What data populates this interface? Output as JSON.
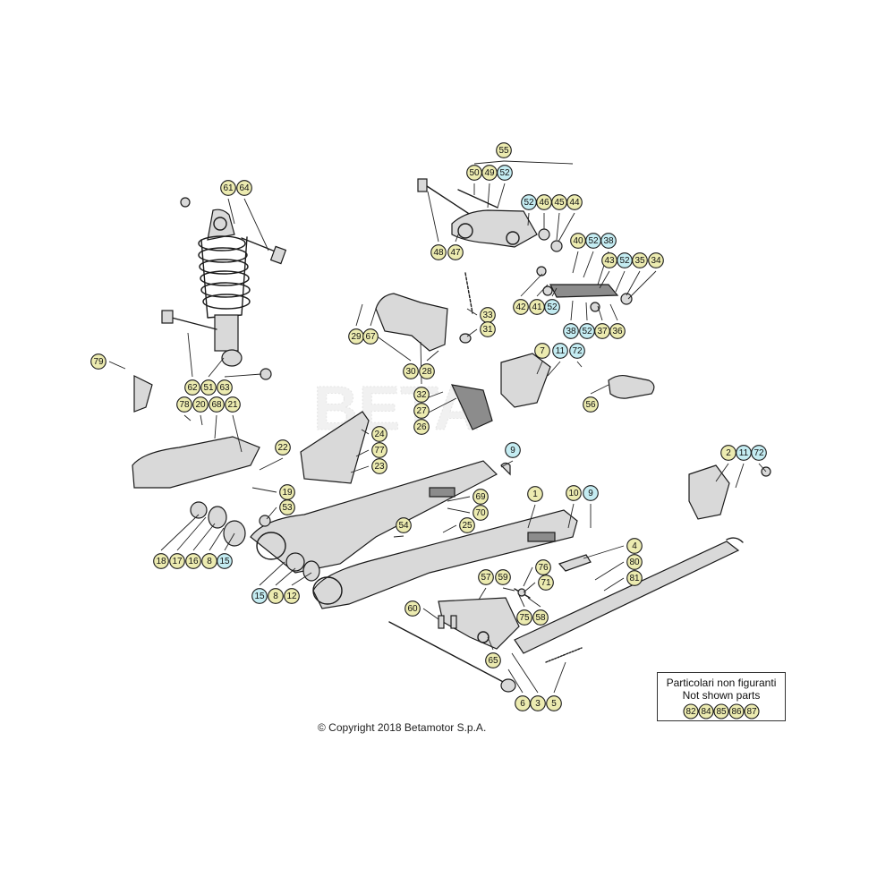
{
  "copyright": "© Copyright 2018 Betamotor S.p.A.",
  "legend": {
    "line1": "Particolari non figuranti",
    "line2": "Not shown parts",
    "parts": [
      "82",
      "84",
      "85",
      "86",
      "87"
    ]
  },
  "colors": {
    "yellow_callout": "#ecebb0",
    "cyan_callout": "#c4ecf2",
    "ink": "#1a1a1a",
    "watermark": "#e6e6e6"
  },
  "callouts": [
    {
      "label": "55",
      "color": "yellow"
    },
    {
      "label": "50",
      "color": "yellow"
    },
    {
      "label": "49",
      "color": "yellow"
    },
    {
      "label": "52",
      "color": "cyan"
    },
    {
      "label": "52",
      "color": "cyan"
    },
    {
      "label": "46",
      "color": "yellow"
    },
    {
      "label": "45",
      "color": "yellow"
    },
    {
      "label": "44",
      "color": "yellow"
    },
    {
      "label": "48",
      "color": "yellow"
    },
    {
      "label": "47",
      "color": "yellow"
    },
    {
      "label": "40",
      "color": "yellow"
    },
    {
      "label": "52",
      "color": "cyan"
    },
    {
      "label": "38",
      "color": "cyan"
    },
    {
      "label": "43",
      "color": "yellow"
    },
    {
      "label": "52",
      "color": "cyan"
    },
    {
      "label": "35",
      "color": "yellow"
    },
    {
      "label": "34",
      "color": "yellow"
    },
    {
      "label": "42",
      "color": "yellow"
    },
    {
      "label": "41",
      "color": "yellow"
    },
    {
      "label": "52",
      "color": "cyan"
    },
    {
      "label": "38",
      "color": "cyan"
    },
    {
      "label": "52",
      "color": "cyan"
    },
    {
      "label": "37",
      "color": "yellow"
    },
    {
      "label": "36",
      "color": "yellow"
    },
    {
      "label": "61",
      "color": "yellow"
    },
    {
      "label": "64",
      "color": "yellow"
    },
    {
      "label": "33",
      "color": "yellow"
    },
    {
      "label": "31",
      "color": "yellow"
    },
    {
      "label": "29",
      "color": "yellow"
    },
    {
      "label": "67",
      "color": "yellow"
    },
    {
      "label": "30",
      "color": "yellow"
    },
    {
      "label": "28",
      "color": "yellow"
    },
    {
      "label": "7",
      "color": "yellow"
    },
    {
      "label": "11",
      "color": "cyan"
    },
    {
      "label": "72",
      "color": "cyan"
    },
    {
      "label": "79",
      "color": "yellow"
    },
    {
      "label": "62",
      "color": "yellow"
    },
    {
      "label": "51",
      "color": "yellow"
    },
    {
      "label": "63",
      "color": "yellow"
    },
    {
      "label": "32",
      "color": "yellow"
    },
    {
      "label": "56",
      "color": "yellow"
    },
    {
      "label": "78",
      "color": "yellow"
    },
    {
      "label": "20",
      "color": "yellow"
    },
    {
      "label": "68",
      "color": "yellow"
    },
    {
      "label": "21",
      "color": "yellow"
    },
    {
      "label": "27",
      "color": "yellow"
    },
    {
      "label": "26",
      "color": "yellow"
    },
    {
      "label": "24",
      "color": "yellow"
    },
    {
      "label": "22",
      "color": "yellow"
    },
    {
      "label": "77",
      "color": "yellow"
    },
    {
      "label": "23",
      "color": "yellow"
    },
    {
      "label": "9",
      "color": "cyan"
    },
    {
      "label": "2",
      "color": "yellow"
    },
    {
      "label": "11",
      "color": "cyan"
    },
    {
      "label": "72",
      "color": "cyan"
    },
    {
      "label": "19",
      "color": "yellow"
    },
    {
      "label": "53",
      "color": "yellow"
    },
    {
      "label": "1",
      "color": "yellow"
    },
    {
      "label": "69",
      "color": "yellow"
    },
    {
      "label": "70",
      "color": "yellow"
    },
    {
      "label": "10",
      "color": "yellow"
    },
    {
      "label": "9",
      "color": "cyan"
    },
    {
      "label": "54",
      "color": "yellow"
    },
    {
      "label": "25",
      "color": "yellow"
    },
    {
      "label": "4",
      "color": "yellow"
    },
    {
      "label": "18",
      "color": "yellow"
    },
    {
      "label": "17",
      "color": "yellow"
    },
    {
      "label": "16",
      "color": "yellow"
    },
    {
      "label": "8",
      "color": "yellow"
    },
    {
      "label": "15",
      "color": "cyan"
    },
    {
      "label": "76",
      "color": "yellow"
    },
    {
      "label": "80",
      "color": "yellow"
    },
    {
      "label": "57",
      "color": "yellow"
    },
    {
      "label": "59",
      "color": "yellow"
    },
    {
      "label": "71",
      "color": "yellow"
    },
    {
      "label": "81",
      "color": "yellow"
    },
    {
      "label": "15",
      "color": "cyan"
    },
    {
      "label": "8",
      "color": "yellow"
    },
    {
      "label": "12",
      "color": "yellow"
    },
    {
      "label": "60",
      "color": "yellow"
    },
    {
      "label": "75",
      "color": "yellow"
    },
    {
      "label": "58",
      "color": "yellow"
    },
    {
      "label": "65",
      "color": "yellow"
    },
    {
      "label": "6",
      "color": "yellow"
    },
    {
      "label": "3",
      "color": "yellow"
    },
    {
      "label": "5",
      "color": "yellow"
    }
  ]
}
